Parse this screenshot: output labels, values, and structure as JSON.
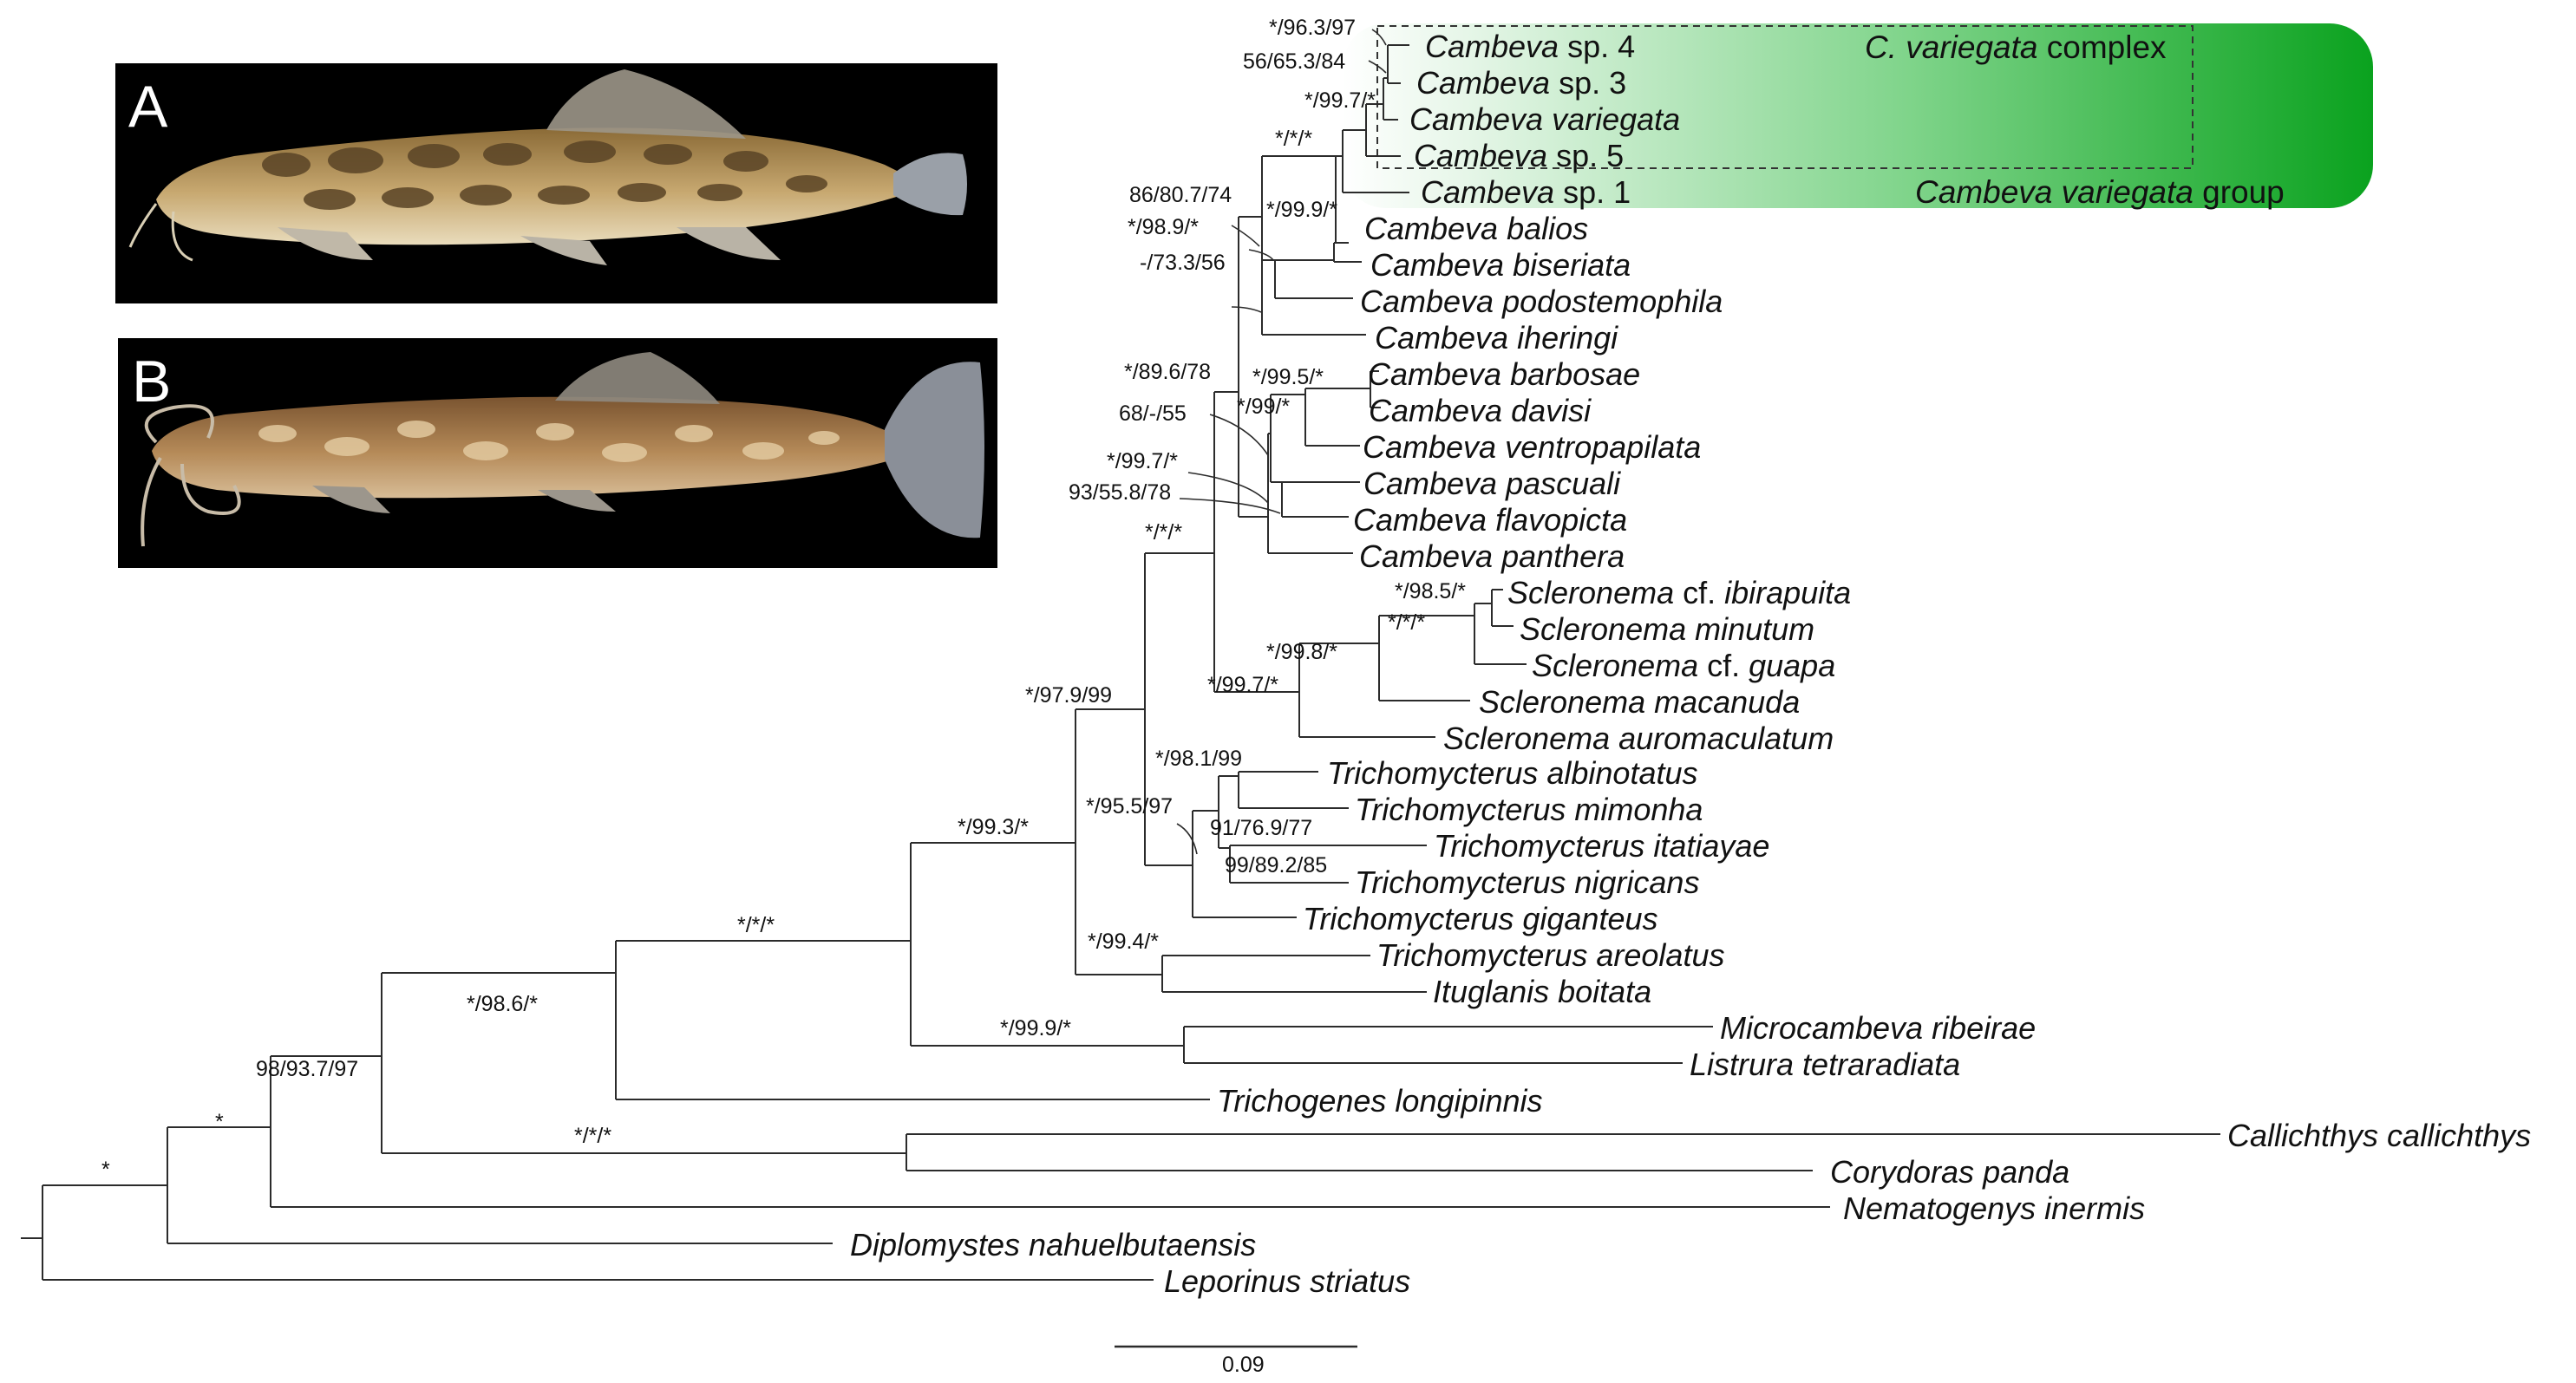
{
  "panels": [
    {
      "letter": "A"
    },
    {
      "letter": "B"
    }
  ],
  "groups": {
    "complex_label": {
      "genus": "C. variegata",
      "rest": " complex"
    },
    "group_label": {
      "genus": "Cambeva variegata",
      "rest": " group"
    },
    "highlight_color": "#14a82a"
  },
  "taxa": [
    {
      "id": "cambeva-sp4",
      "italic": "Cambeva",
      "plain": " sp. 4"
    },
    {
      "id": "cambeva-sp3",
      "italic": "Cambeva",
      "plain": " sp. 3"
    },
    {
      "id": "cambeva-variegata",
      "italic": "Cambeva variegata",
      "plain": ""
    },
    {
      "id": "cambeva-sp5",
      "italic": "Cambeva",
      "plain": " sp. 5"
    },
    {
      "id": "cambeva-sp1",
      "italic": "Cambeva",
      "plain": " sp. 1"
    },
    {
      "id": "cambeva-balios",
      "italic": "Cambeva balios",
      "plain": ""
    },
    {
      "id": "cambeva-biseriata",
      "italic": "Cambeva biseriata",
      "plain": ""
    },
    {
      "id": "cambeva-podostemophila",
      "italic": "Cambeva podostemophila",
      "plain": ""
    },
    {
      "id": "cambeva-iheringi",
      "italic": "Cambeva iheringi",
      "plain": ""
    },
    {
      "id": "cambeva-barbosae",
      "italic": "Cambeva barbosae",
      "plain": ""
    },
    {
      "id": "cambeva-davisi",
      "italic": "Cambeva davisi",
      "plain": ""
    },
    {
      "id": "cambeva-ventropapilata",
      "italic": "Cambeva ventropapilata",
      "plain": ""
    },
    {
      "id": "cambeva-pascuali",
      "italic": "Cambeva pascuali",
      "plain": ""
    },
    {
      "id": "cambeva-flavopicta",
      "italic": "Cambeva flavopicta",
      "plain": ""
    },
    {
      "id": "cambeva-panthera",
      "italic": "Cambeva panthera",
      "plain": ""
    },
    {
      "id": "scleronema-ibirapuita",
      "italic": "Scleronema",
      "plain": " cf. ",
      "italic2": "ibirapuita"
    },
    {
      "id": "scleronema-minutum",
      "italic": "Scleronema minutum",
      "plain": ""
    },
    {
      "id": "scleronema-guapa",
      "italic": "Scleronema",
      "plain": " cf. ",
      "italic2": "guapa"
    },
    {
      "id": "scleronema-macanuda",
      "italic": "Scleronema macanuda",
      "plain": ""
    },
    {
      "id": "scleronema-auromaculatum",
      "italic": "Scleronema auromaculatum",
      "plain": ""
    },
    {
      "id": "trichomycterus-albinotatus",
      "italic": "Trichomycterus albinotatus",
      "plain": ""
    },
    {
      "id": "trichomycterus-mimonha",
      "italic": "Trichomycterus mimonha",
      "plain": ""
    },
    {
      "id": "trichomycterus-itatiayae",
      "italic": "Trichomycterus itatiayae",
      "plain": ""
    },
    {
      "id": "trichomycterus-nigricans",
      "italic": "Trichomycterus nigricans",
      "plain": ""
    },
    {
      "id": "trichomycterus-giganteus",
      "italic": "Trichomycterus giganteus",
      "plain": ""
    },
    {
      "id": "trichomycterus-areolatus",
      "italic": "Trichomycterus areolatus",
      "plain": ""
    },
    {
      "id": "ituglanis-boitata",
      "italic": "Ituglanis boitata",
      "plain": ""
    },
    {
      "id": "microcambeva-ribeirae",
      "italic": "Microcambeva ribeirae",
      "plain": ""
    },
    {
      "id": "listrura-tetraradiata",
      "italic": "Listrura tetraradiata",
      "plain": ""
    },
    {
      "id": "trichogenes-longipinnis",
      "italic": "Trichogenes longipinnis",
      "plain": ""
    },
    {
      "id": "callichthys-callichthys",
      "italic": "Callichthys callichthys",
      "plain": ""
    },
    {
      "id": "corydoras-panda",
      "italic": "Corydoras panda",
      "plain": ""
    },
    {
      "id": "nematogenys-inermis",
      "italic": "Nematogenys inermis",
      "plain": ""
    },
    {
      "id": "diplomystes-nahuelbutaensis",
      "italic": "Diplomystes nahuelbutaensis",
      "plain": ""
    },
    {
      "id": "leporinus-striatus",
      "italic": "Leporinus striatus",
      "plain": ""
    }
  ],
  "support_values": [
    "*/96.3/97",
    "56/65.3/84",
    "*/99.7/*",
    "*/*/*",
    "86/80.7/74",
    "*/98.9/*",
    "-/73.3/56",
    "*/99.9/*",
    "*/89.6/78",
    "*/99.5/*",
    "68/-/55",
    "*/99/*",
    "*/99.7/*",
    "93/55.8/78",
    "*/*/*",
    "*/98.5/*",
    "*/*/*",
    "*/99.8/*",
    "*/99.7/*",
    "*/97.9/99",
    "*/98.1/99",
    "*/95.5/97",
    "91/76.9/77",
    "99/89.2/85",
    "*/99.3/*",
    "*/99.4/*",
    "*/*/*",
    "*/99.9/*",
    "*/98.6/*",
    "98/93.7/97",
    "*/*/*",
    "*",
    "*"
  ],
  "scale_bar": {
    "label": "0.09"
  }
}
